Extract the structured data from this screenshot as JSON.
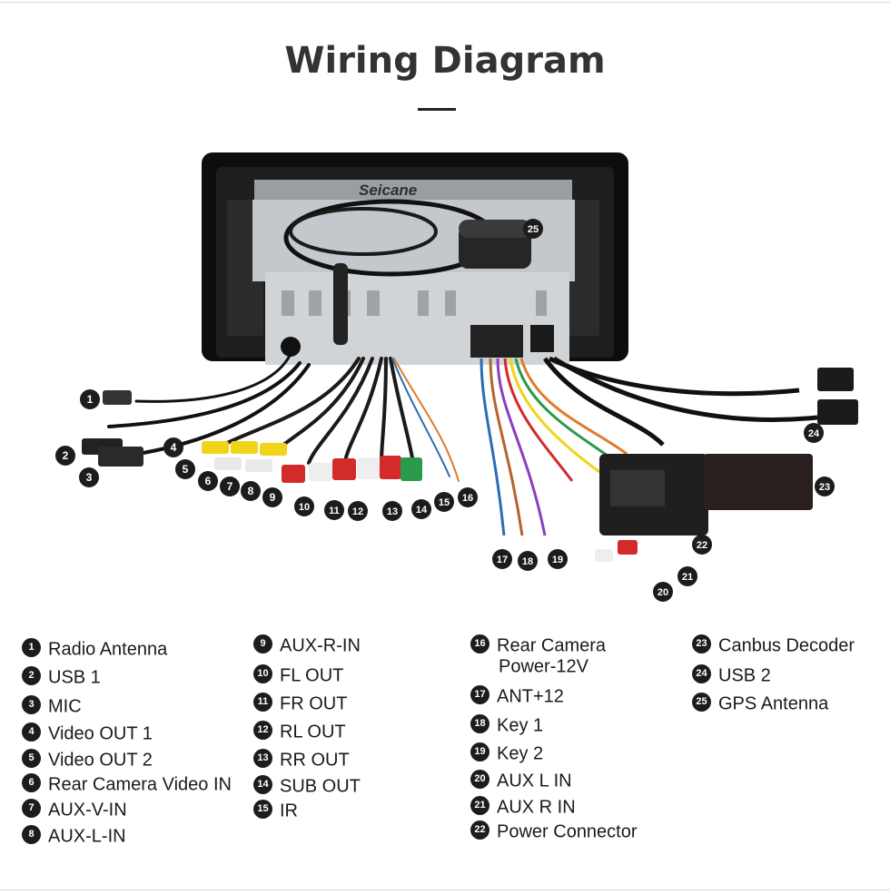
{
  "title": "Wiring Diagram",
  "brand": "Seicane",
  "legend": [
    {
      "n": "1",
      "label": "Radio Antenna"
    },
    {
      "n": "2",
      "label": "USB 1"
    },
    {
      "n": "3",
      "label": "MIC"
    },
    {
      "n": "4",
      "label": "Video OUT 1"
    },
    {
      "n": "5",
      "label": "Video OUT 2"
    },
    {
      "n": "6",
      "label": "Rear Camera Video IN"
    },
    {
      "n": "7",
      "label": "AUX-V-IN"
    },
    {
      "n": "8",
      "label": "AUX-L-IN"
    },
    {
      "n": "9",
      "label": "AUX-R-IN"
    },
    {
      "n": "10",
      "label": "FL OUT"
    },
    {
      "n": "11",
      "label": "FR OUT"
    },
    {
      "n": "12",
      "label": "RL OUT"
    },
    {
      "n": "13",
      "label": "RR OUT"
    },
    {
      "n": "14",
      "label": "SUB OUT"
    },
    {
      "n": "15",
      "label": "IR"
    },
    {
      "n": "16",
      "label": "Rear Camera",
      "label2": "Power-12V"
    },
    {
      "n": "17",
      "label": "ANT+12"
    },
    {
      "n": "18",
      "label": "Key 1"
    },
    {
      "n": "19",
      "label": "Key 2"
    },
    {
      "n": "20",
      "label": "AUX  L IN"
    },
    {
      "n": "21",
      "label": "AUX R IN"
    },
    {
      "n": "22",
      "label": "Power Connector"
    },
    {
      "n": "23",
      "label": "Canbus Decoder"
    },
    {
      "n": "24",
      "label": "USB 2"
    },
    {
      "n": "25",
      "label": "GPS Antenna"
    }
  ]
}
